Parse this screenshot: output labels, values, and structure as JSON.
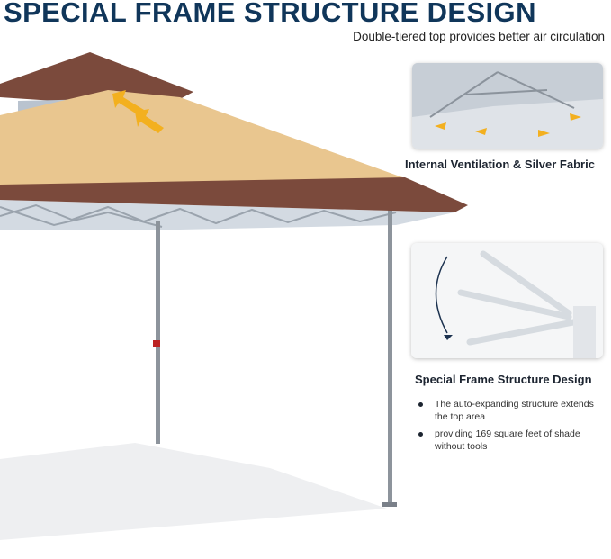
{
  "header": {
    "title": "SPECIAL FRAME STRUCTURE DESIGN",
    "subtitle": "Double-tiered top provides better air circulation"
  },
  "features": [
    {
      "caption": "Internal Ventilation & Silver Fabric"
    },
    {
      "caption": "Special Frame Structure Design",
      "bullets": [
        "The auto-expanding structure extends the top area",
        "providing 169 square feet of shade without tools"
      ]
    }
  ],
  "colors": {
    "title": "#10365a",
    "canopy_tan": "#e9c68f",
    "canopy_brown": "#7b4a3c",
    "arrow": "#f3b01f",
    "frame": "#8d949c"
  }
}
